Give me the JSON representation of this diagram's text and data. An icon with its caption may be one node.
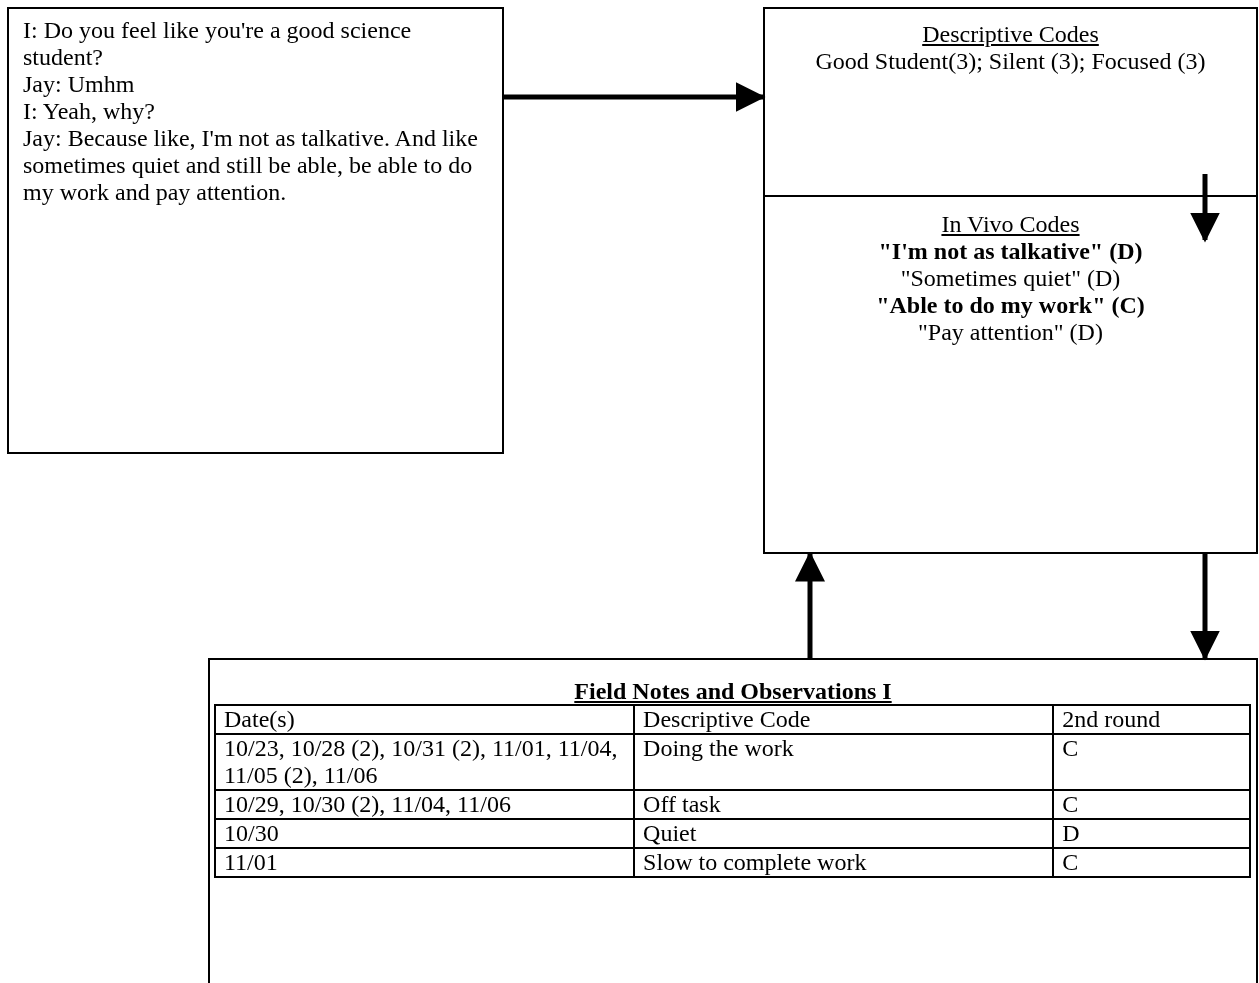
{
  "diagram": {
    "nodes": [
      {
        "text": [
          "I: Do you feel like you're a good science student?",
          "Jay: Umhm",
          "I: Yeah, why?",
          "Jay: Because like, I'm not as talkative. And like sometimes quiet and still be able, be able to do my work and pay attention."
        ]
      },
      {
        "text": [
          "Descriptive Codes",
          "Good Student(3); Silent (3); Focused (3)"
        ]
      },
      {
        "text": [
          "In Vivo Codes",
          "**\"I'm not as talkative\" (D)**",
          "\"Sometimes quiet\" (D)",
          "**\"Able to do my work\" (C)**",
          "\"Pay attention\" (D)"
        ]
      },
      {
        "text": [
          "Field Notes and Observations I"
        ]
      }
    ],
    "edges": [
      {
        "from": 0,
        "to": 1,
        "arrow": "to"
      },
      {
        "from": 1,
        "to": 2,
        "arrow": "to"
      },
      {
        "from": 2,
        "to": 3,
        "arrow": "to"
      },
      {
        "from": 3,
        "to": 2,
        "arrow": "to"
      }
    ],
    "labels": [
      "Date(s)",
      "Descriptive Code",
      "2nd round",
      "10/23, 10/28 (2), 10/31 (2), 11/01, 11/04, 11/05 (2), 11/06",
      "Doing the work",
      "C",
      "10/29, 10/30 (2), 11/04, 11/06",
      "Off task",
      "C",
      "10/30",
      "Quiet",
      "D",
      "11/01",
      "Slow to complete work",
      "C"
    ]
  }
}
